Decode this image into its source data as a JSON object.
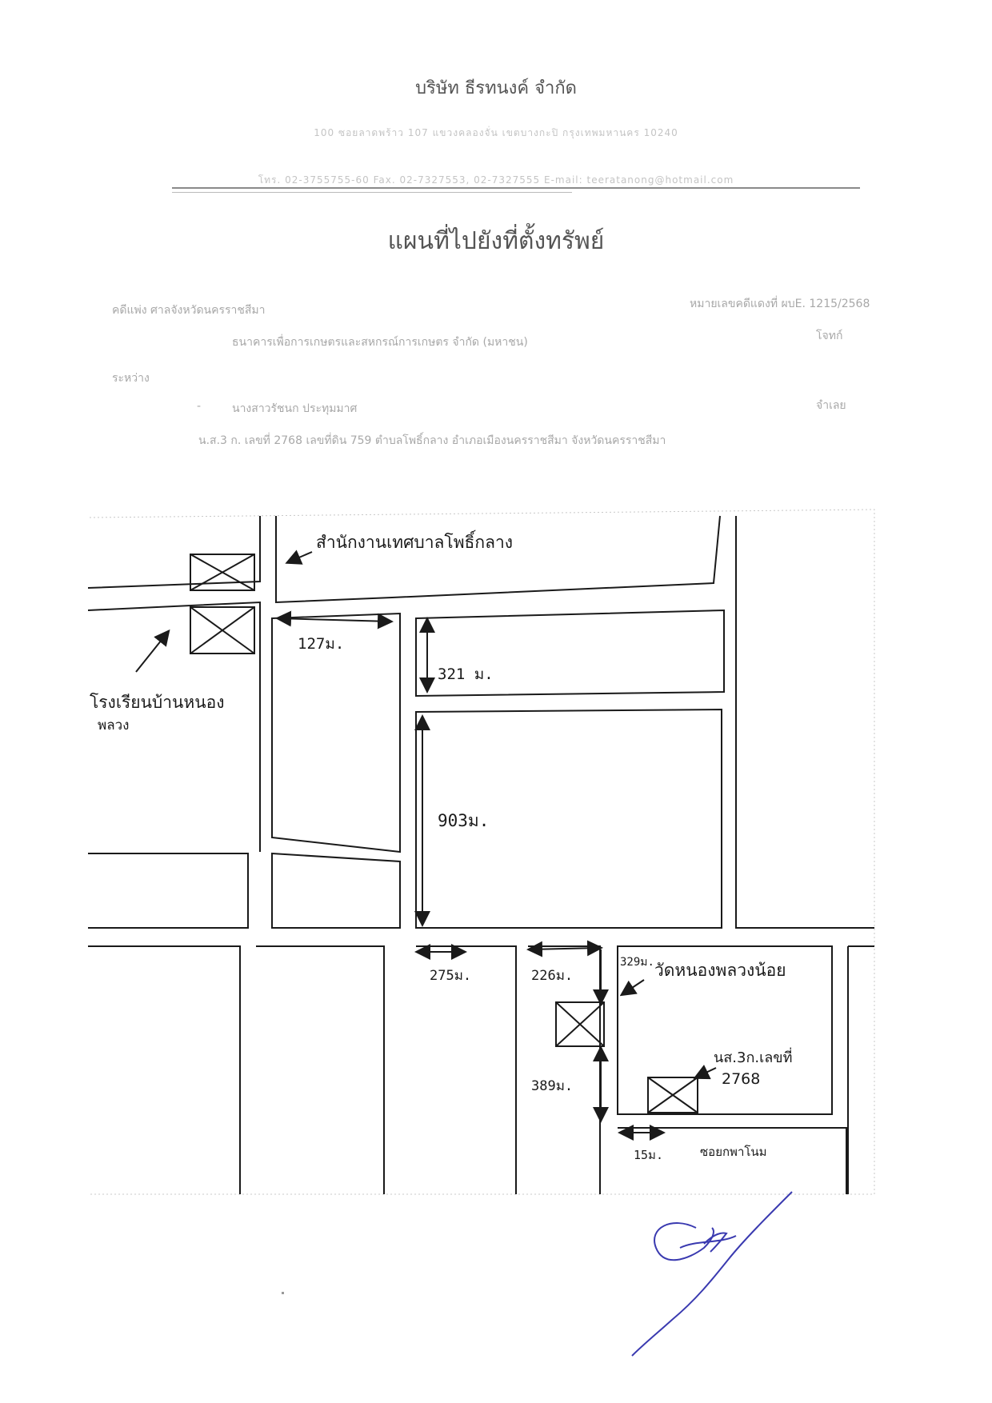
{
  "header": {
    "company_name": "บริษัท ธีรทนงค์ จำกัด",
    "address_line": "100 ซอยลาดพร้าว 107 แขวงคลองจั่น เขตบางกะปิ กรุงเทพมหานคร 10240",
    "contact_line": "โทร. 02-3755755-60 Fax. 02-7327553, 02-7327555 E-mail: teeratanong@hotmail.com"
  },
  "title": "แผนที่ไปยังที่ตั้งทรัพย์",
  "case": {
    "court_label": "คดีแพ่ง ศาลจังหวัดนครราชสีมา",
    "case_number": "หมายเลขคดีแดงที่ ผบE. 1215/2568",
    "plaintiff_name": "ธนาคารเพื่อการเกษตรและสหกรณ์การเกษตร จำกัด (มหาชน)",
    "plaintiff_role": "โจทก์",
    "between_label": "ระหว่าง",
    "defendant_prefix": "-",
    "defendant_name": "นางสาวรัชนก ประทุมมาศ",
    "defendant_role": "จำเลย",
    "property_line": "น.ส.3 ก. เลขที่ 2768 เลขที่ดิน 759 ตำบลโพธิ์กลาง อำเภอเมืองนครราชสีมา จังหวัดนครราชสีมา"
  },
  "map": {
    "labels": {
      "municipality_office": "สำนักงานเทศบาลโพธิ์กลาง",
      "school_line1": "โรงเรียนบ้านหนอง",
      "school_line2": "พลวง",
      "temple": "วัดหนองพลวงน้อย",
      "property_line1": "นส.3ก.เลขที่",
      "property_line2": "2768",
      "soi": "ซอยกพาโนม"
    },
    "distances": {
      "d127": "127ม.",
      "d321": "321 ม.",
      "d903": "903ม.",
      "d275": "275ม.",
      "d226": "226ม.",
      "d329": "329ม.",
      "d389": "389ม.",
      "d15": "15ม."
    }
  },
  "colors": {
    "ink": "#1a1a1a",
    "signature": "#3a3ab0",
    "faint_text": "#a8a8a8"
  }
}
